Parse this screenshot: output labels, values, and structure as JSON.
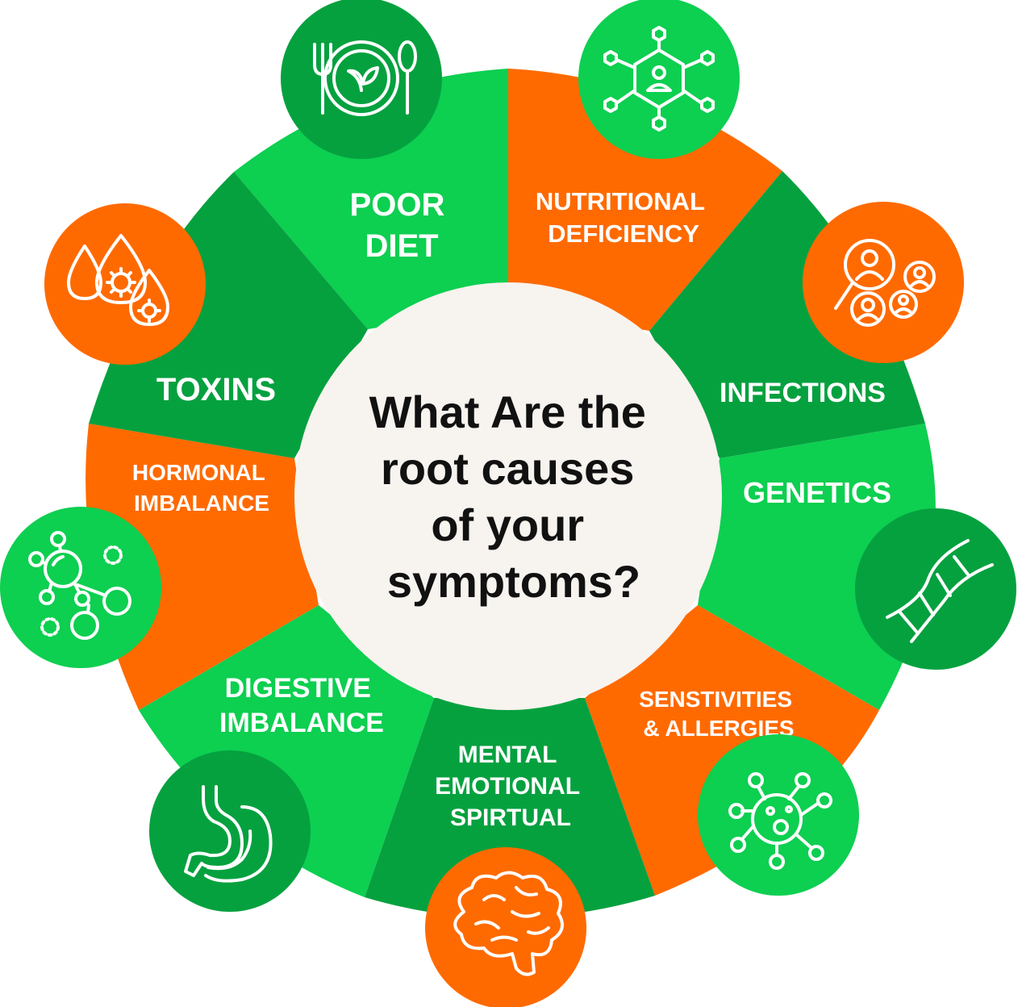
{
  "center": {
    "lines": [
      "What Are the",
      "root causes",
      "of your",
      "symptoms?"
    ]
  },
  "segments": [
    {
      "lines": [
        "POOR",
        "DIET"
      ],
      "icon": "plate-cutlery-icon",
      "color": "#0dcf50"
    },
    {
      "lines": [
        "NUTRITIONAL",
        "DEFICIENCY"
      ],
      "icon": "molecule-network-icon",
      "color": "#ff6a00"
    },
    {
      "lines": [
        "INFECTIONS"
      ],
      "icon": "magnifier-people-icon",
      "color": "#05a13f"
    },
    {
      "lines": [
        "GENETICS"
      ],
      "icon": "dna-icon",
      "color": "#0dcf50"
    },
    {
      "lines": [
        "SENSTIVITIES",
        "& ALLERGIES"
      ],
      "icon": "cell-receptor-icon",
      "color": "#ff6a00"
    },
    {
      "lines": [
        "MENTAL",
        "EMOTIONAL",
        "SPIRTUAL"
      ],
      "icon": "brain-icon",
      "color": "#05a13f"
    },
    {
      "lines": [
        "DIGESTIVE",
        "IMBALANCE"
      ],
      "icon": "stomach-icon",
      "color": "#0dcf50"
    },
    {
      "lines": [
        "HORMONAL",
        "IMBALANCE"
      ],
      "icon": "hormone-molecule-icon",
      "color": "#ff6a00"
    },
    {
      "lines": [
        "TOXINS"
      ],
      "icon": "toxin-drops-icon",
      "color": "#05a13f"
    }
  ],
  "colors": {
    "light_green": "#0dcf50",
    "dark_green": "#05a13f",
    "orange": "#ff6a00",
    "center_fill": "#f7f3ee"
  }
}
